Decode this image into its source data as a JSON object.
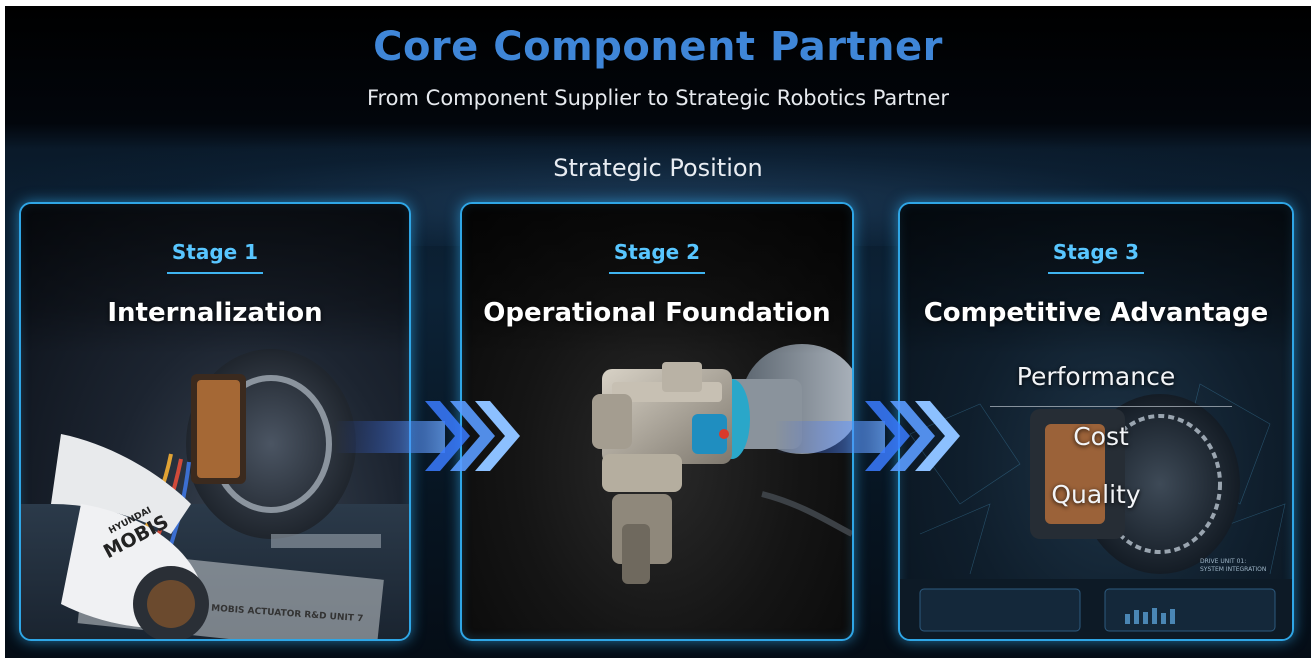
{
  "header": {
    "title": "Core Component Partner",
    "subtitle": "From Component Supplier to Strategic Robotics Partner"
  },
  "section_label": "Strategic Position",
  "stages": [
    {
      "stage_label": "Stage 1",
      "title": "Internalization",
      "image_text": {
        "brand_small": "HYUNDAI",
        "brand": "MOBIS",
        "sheet": "MOBIS ACTUATOR R&D UNIT 7"
      }
    },
    {
      "stage_label": "Stage 2",
      "title": "Operational Foundation"
    },
    {
      "stage_label": "Stage 3",
      "title": "Competitive Advantage",
      "advantages": [
        "Performance",
        "Cost",
        "Quality"
      ],
      "image_text": {
        "caption_line1": "DRIVE UNIT 01:",
        "caption_line2": "SYSTEM INTEGRATION"
      }
    }
  ],
  "colors": {
    "title": "#3f86d8",
    "accent": "#58c6ff",
    "card_border": "#2fa6e6",
    "arrow": "#3a7bff"
  },
  "icons": [
    "chevron-arrow-icon"
  ]
}
